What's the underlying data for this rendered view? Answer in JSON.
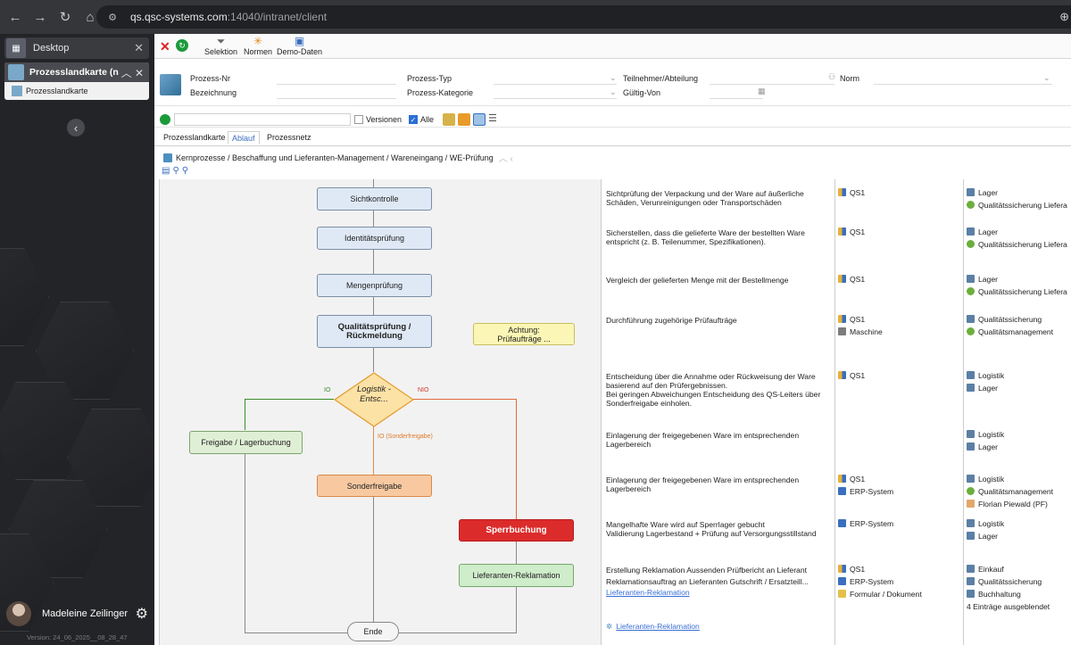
{
  "browser": {
    "url_host": "qs.qsc-systems.com",
    "url_path": ":14040/intranet/client"
  },
  "sidebar": {
    "tabs": [
      {
        "label": "Desktop"
      },
      {
        "label": "Prozesslandkarte (nach F",
        "sub_label": "Prozesslandkarte"
      }
    ],
    "user_name": "Madeleine Zeilinger",
    "version": "Version: 24_06_2025__08_28_47"
  },
  "toolbar": {
    "items": [
      {
        "label": "Selektion",
        "icon": "filter-icon"
      },
      {
        "label": "Normen",
        "icon": "normen-icon"
      },
      {
        "label": "Demo-Daten",
        "icon": "demo-data-icon"
      }
    ]
  },
  "filters": {
    "prozess_nr": "Prozess-Nr",
    "bezeichnung": "Bezeichnung",
    "prozess_typ": "Prozess-Typ",
    "prozess_kategorie": "Prozess-Kategorie",
    "teilnehmer": "Teilnehmer/Abteilung",
    "gueltig_von": "Gültig-Von",
    "norm": "Norm"
  },
  "subbar": {
    "versionen": "Versionen",
    "alle": "Alle"
  },
  "tabs": [
    "Prozesslandkarte",
    "Ablauf",
    "Prozessnetz"
  ],
  "breadcrumb": "Kernprozesse / Beschaffung und Lieferanten-Management / Wareneingang / WE-Prüfung",
  "flow": {
    "nodes": {
      "sichtkontrolle": "Sichtkontrolle",
      "identitaet": "Identitätsprüfung",
      "mengen": "Mengenprüfung",
      "qualitaet": "Qualitätsprüfung / Rückmeldung",
      "note": "Achtung: Prüfaufträge ...",
      "decision": "Logistik - Entsc...",
      "freigabe": "Freigabe / Lagerbuchung",
      "sonderfreigabe": "Sonderfreigabe",
      "sperrbuchung": "Sperrbuchung",
      "reklamation": "Lieferanten-Reklamation",
      "ende": "Ende"
    },
    "edge_labels": {
      "io": "IO",
      "nio": "NIO",
      "io_sonder": "IO (Sonderfreigabe)"
    }
  },
  "rows": [
    {
      "desc": "Sichtprüfung der Verpackung und der Ware auf äußerliche Schäden, Verunreinigungen oder Transportschäden",
      "resources": [
        "QS1"
      ],
      "orgs": [
        "Lager",
        "Qualitätssicherung Liefera"
      ]
    },
    {
      "desc": "Sicherstellen, dass die gelieferte Ware der bestellten Ware entspricht (z. B. Teilenummer, Spezifikationen).",
      "resources": [
        "QS1"
      ],
      "orgs": [
        "Lager",
        "Qualitätssicherung Liefera"
      ]
    },
    {
      "desc": "Vergleich der gelieferten Menge mit der Bestellmenge",
      "resources": [
        "QS1"
      ],
      "orgs": [
        "Lager",
        "Qualitätssicherung Liefera"
      ]
    },
    {
      "desc": "Durchführung zugehörige Prüfaufträge",
      "resources": [
        "QS1",
        "Maschine"
      ],
      "orgs": [
        "Qualitätssicherung",
        "Qualitätsmanagement"
      ]
    },
    {
      "desc": "Entscheidung über die Annahme oder Rückweisung der Ware basierend auf den Prüfergebnissen.\nBei geringen Abweichungen Entscheidung des QS-Leiters über Sonderfreigabe einholen.",
      "resources": [
        "QS1"
      ],
      "orgs": [
        "Logistik",
        "Lager"
      ]
    },
    {
      "desc": "Einlagerung der freigegebenen Ware im entsprechenden Lagerbereich",
      "resources": [],
      "orgs": [
        "Logistik",
        "Lager"
      ]
    },
    {
      "desc": "Einlagerung der freigegebenen Ware im entsprechenden Lagerbereich",
      "resources": [
        "QS1",
        "ERP-System"
      ],
      "orgs": [
        "Logistik",
        "Qualitätsmanagement",
        "Florian Piewald (PF)"
      ]
    },
    {
      "desc": "Mangelhafte Ware wird auf Sperrlager gebucht\nValidierung Lagerbestand + Prüfung auf Versorgungsstillstand",
      "resources": [
        "ERP-System"
      ],
      "orgs": [
        "Logistik",
        "Lager"
      ]
    },
    {
      "desc": "Erstellung Reklamation Aussenden Prüfbericht an Lieferant\nReklamationsauftrag an Lieferanten Gutschrift / Ersatzteill...",
      "desc_link": "Lieferanten-Reklamation",
      "resources": [
        "QS1",
        "ERP-System",
        "Formular / Dokument"
      ],
      "orgs": [
        "Einkauf",
        "Qualitätssicherung",
        "Buchhaltung"
      ],
      "hidden_note": "4 Einträge ausgeblendet"
    }
  ],
  "bottom_link": "Lieferanten-Reklamation"
}
